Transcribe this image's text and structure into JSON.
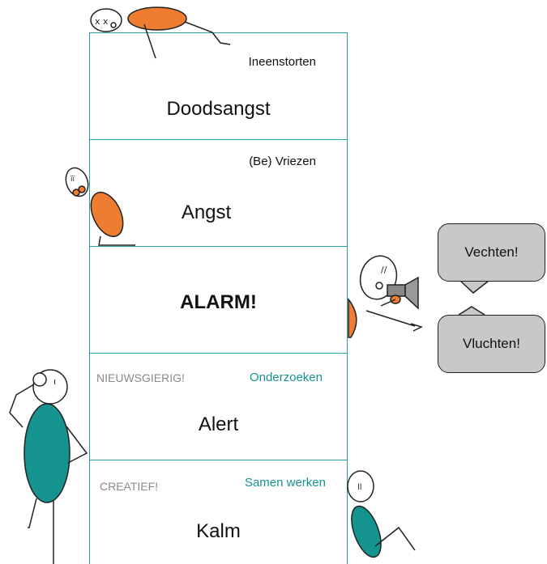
{
  "levels": [
    {
      "main": "Doodsangst",
      "right": "Ineenstorten"
    },
    {
      "main": "Angst",
      "right": "(Be) Vriezen"
    },
    {
      "main": "ALARM!"
    },
    {
      "main": "Alert",
      "left": "NIEUWSGIERIG!",
      "right": "Onderzoeken"
    },
    {
      "main": "Kalm",
      "left": "CREATIEF!",
      "right": "Samen werken"
    }
  ],
  "bubbles": {
    "top": "Vechten!",
    "bottom": "Vluchten!"
  },
  "colors": {
    "teal": "#15938f",
    "orange": "#ee7d31",
    "border": "#2a9aa0",
    "bubble": "#c8c8c8"
  }
}
